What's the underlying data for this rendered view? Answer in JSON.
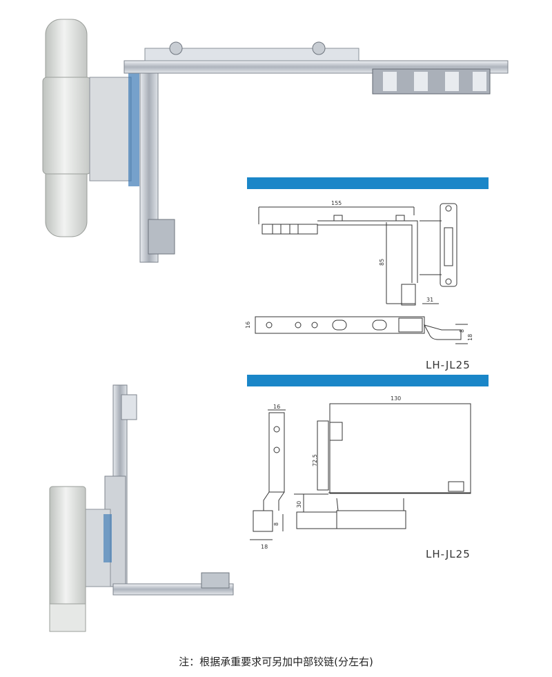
{
  "colors": {
    "accent_bar": "#1a86c8",
    "line": "#333333",
    "metal": "#c9ced6",
    "cap": "#e2e4e2"
  },
  "drawing_top": {
    "model": "LH-JL25",
    "dims": {
      "width": "155",
      "height": "85",
      "offset": "31",
      "thickness": "16",
      "small": "8",
      "small2": "18"
    }
  },
  "drawing_bottom": {
    "model": "LH-JL25",
    "dims": {
      "width_left": "16",
      "height": "72.5",
      "width": "130",
      "offset": "30",
      "small": "8",
      "small2": "18"
    }
  },
  "note": "注：根据承重要求可另加中部铰链(分左右)"
}
